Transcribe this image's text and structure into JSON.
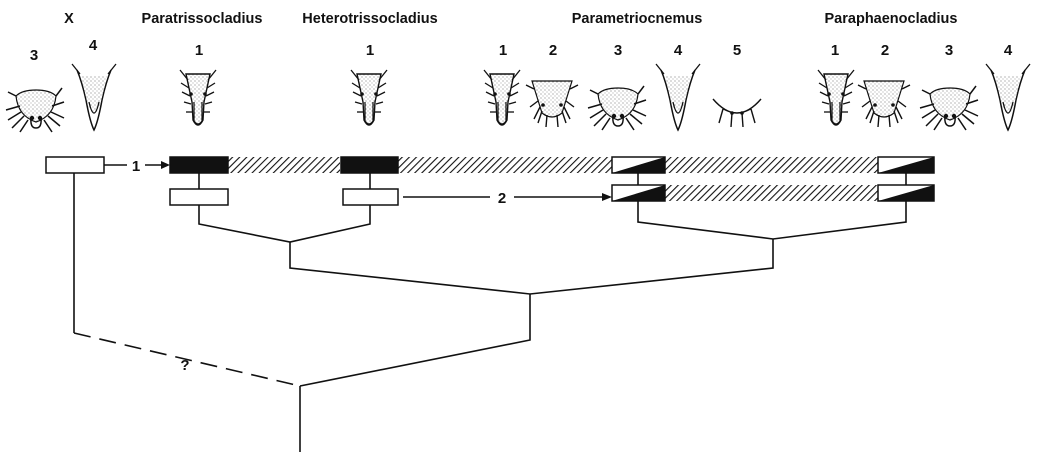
{
  "taxa": {
    "x": "X",
    "paratrissocladius": "Paratrissocladius",
    "heterotrissocladius": "Heterotrissocladius",
    "parametriocnemus": "Parametriocnemus",
    "paraphaenocladius": "Paraphaenocladius"
  },
  "figure_numbers": {
    "x": [
      "3",
      "4"
    ],
    "paratrissocladius": [
      "1"
    ],
    "heterotrissocladius": [
      "1"
    ],
    "parametriocnemus": [
      "1",
      "2",
      "3",
      "4",
      "5"
    ],
    "paraphaenocladius": [
      "1",
      "2",
      "3",
      "4"
    ]
  },
  "arrows": {
    "arrow_1": "1",
    "arrow_2": "2"
  },
  "uncertain_link": "?",
  "colors": {
    "ink": "#111111",
    "paper": "#ffffff",
    "stipple": "#555555"
  }
}
